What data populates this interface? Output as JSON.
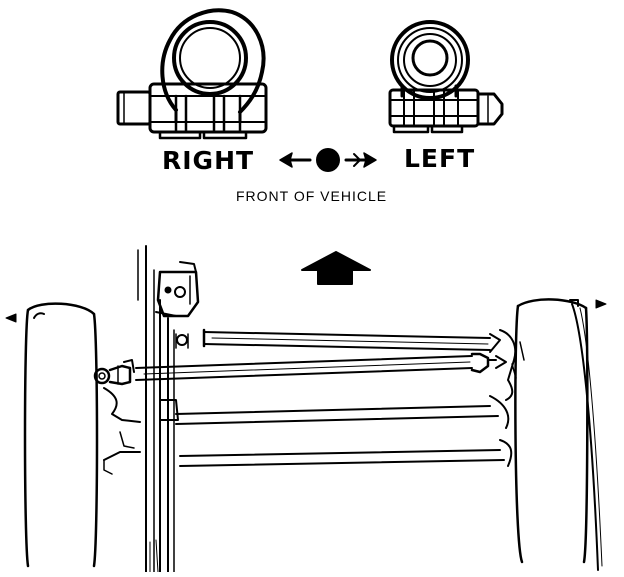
{
  "labels": {
    "right": "RIGHT",
    "left": "LEFT",
    "front": "FRONT OF VEHICLE"
  },
  "icons": {
    "direction": "arrow-ball-arrow-icon",
    "forward": "forward-arrow-icon"
  },
  "colors": {
    "ink": "#000000",
    "paper": "#ffffff"
  }
}
